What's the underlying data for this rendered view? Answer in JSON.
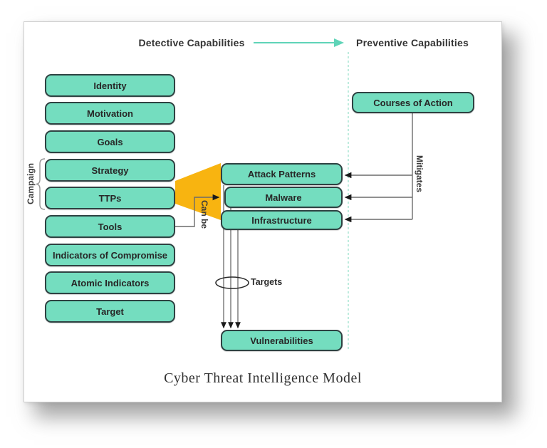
{
  "diagram": {
    "header": {
      "detective_label": "Detective Capabilities",
      "preventive_label": "Preventive Capabilities"
    },
    "left_column": {
      "items": [
        "Identity",
        "Motivation",
        "Goals",
        "Strategy",
        "TTPs",
        "Tools",
        "Indicators of Compromise",
        "Atomic Indicators",
        "Target"
      ],
      "bracket_label": "Campaign"
    },
    "middle_stack": {
      "items": [
        "Attack Patterns",
        "Malware",
        "Infrastructure"
      ]
    },
    "right_box_label": "Courses of Action",
    "bottom_box_label": "Vulnerabilities",
    "edge_labels": {
      "can_be": "Can be",
      "mitigates": "Mitigates",
      "targets": "Targets"
    },
    "caption": "Cyber Threat Intelligence Model",
    "colors": {
      "node_fill": "#74ddbf",
      "node_border": "#2e4242",
      "accent_teal": "#5fd4b8",
      "divider_teal": "#aee7d6",
      "arrow_orange": "#f8b410",
      "connector_gray": "#666666",
      "text": "#2b2b2b"
    }
  }
}
